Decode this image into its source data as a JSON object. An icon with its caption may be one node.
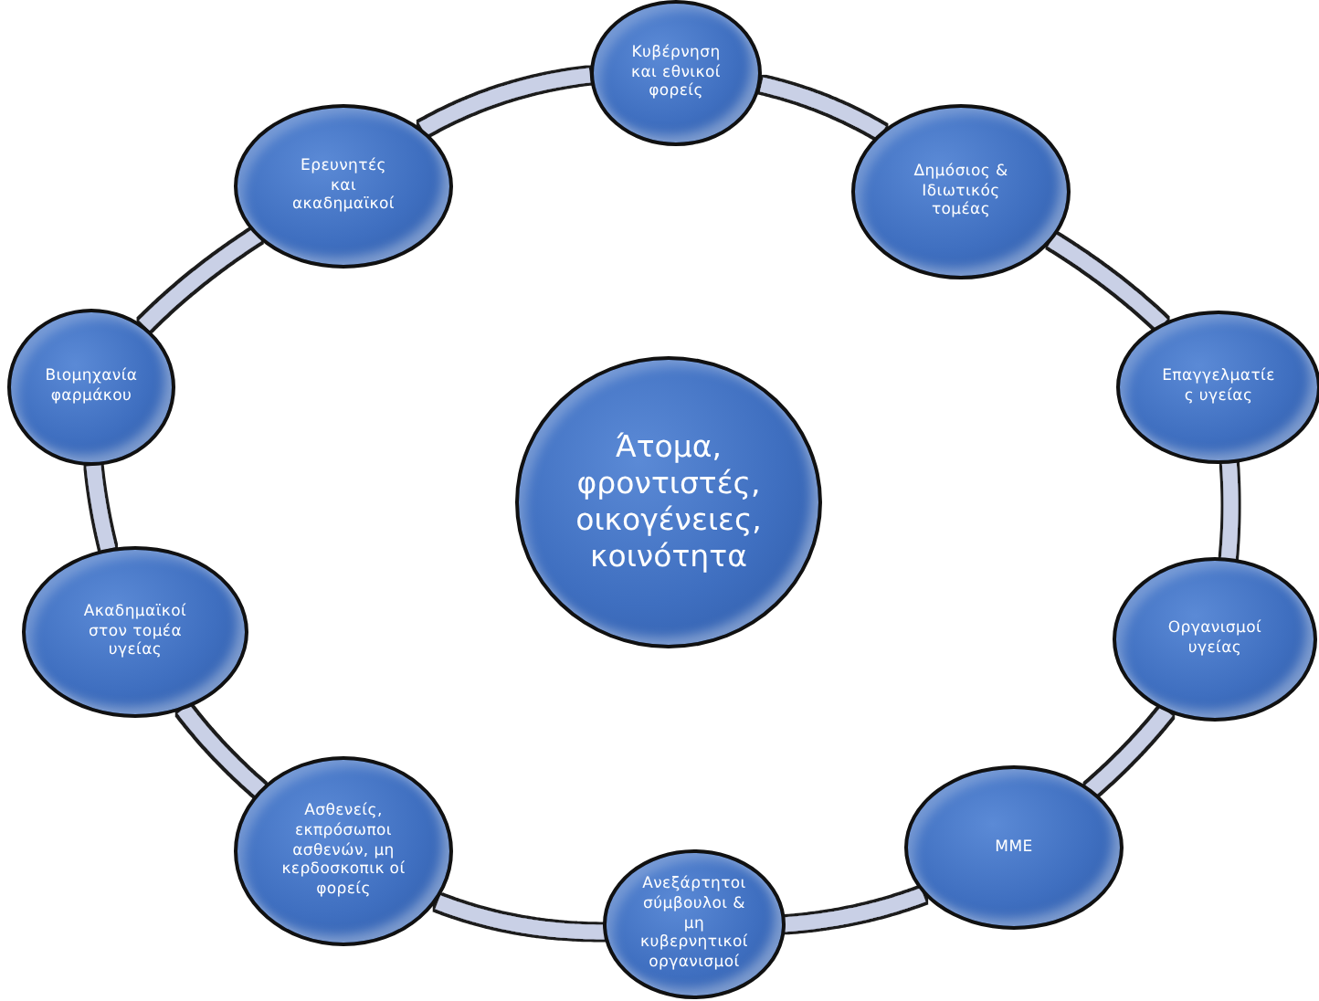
{
  "diagram": {
    "nodes": [
      {
        "text": [
          "Άτομα, φροντιστές, οικογένειες, κοινότητα"
        ]
      },
      {
        "text": [
          "Κυβέρνηση και εθνικοί φορείς"
        ]
      },
      {
        "text": [
          "Δημόσιος & Ιδιωτικός τομέας"
        ]
      },
      {
        "text": [
          "Επαγγελματίε ς υγείας"
        ]
      },
      {
        "text": [
          "Οργανισμοί υγείας"
        ]
      },
      {
        "text": [
          "ΜΜΕ"
        ]
      },
      {
        "text": [
          "Ανεξάρτητοι σύμβουλοι & μη κυβερνητικοί οργανισμοί"
        ]
      },
      {
        "text": [
          "Ασθενείς, εκπρόσωποι ασθενών, μη κερδοσκοπικ οί φορείς"
        ]
      },
      {
        "text": [
          "Ακαδημαϊκοί στον τομέα υγείας"
        ]
      },
      {
        "text": [
          "Βιομηχανία φαρμάκου"
        ]
      },
      {
        "text": [
          "Ερευνητές και ακαδημαϊκοί"
        ]
      }
    ],
    "edges": [
      {
        "from": 1,
        "to": 2,
        "arrow": "none"
      },
      {
        "from": 2,
        "to": 3,
        "arrow": "none"
      },
      {
        "from": 3,
        "to": 4,
        "arrow": "none"
      },
      {
        "from": 4,
        "to": 5,
        "arrow": "none"
      },
      {
        "from": 5,
        "to": 6,
        "arrow": "none"
      },
      {
        "from": 6,
        "to": 7,
        "arrow": "none"
      },
      {
        "from": 7,
        "to": 8,
        "arrow": "none"
      },
      {
        "from": 8,
        "to": 9,
        "arrow": "none"
      },
      {
        "from": 9,
        "to": 10,
        "arrow": "none"
      },
      {
        "from": 10,
        "to": 1,
        "arrow": "none"
      }
    ]
  }
}
